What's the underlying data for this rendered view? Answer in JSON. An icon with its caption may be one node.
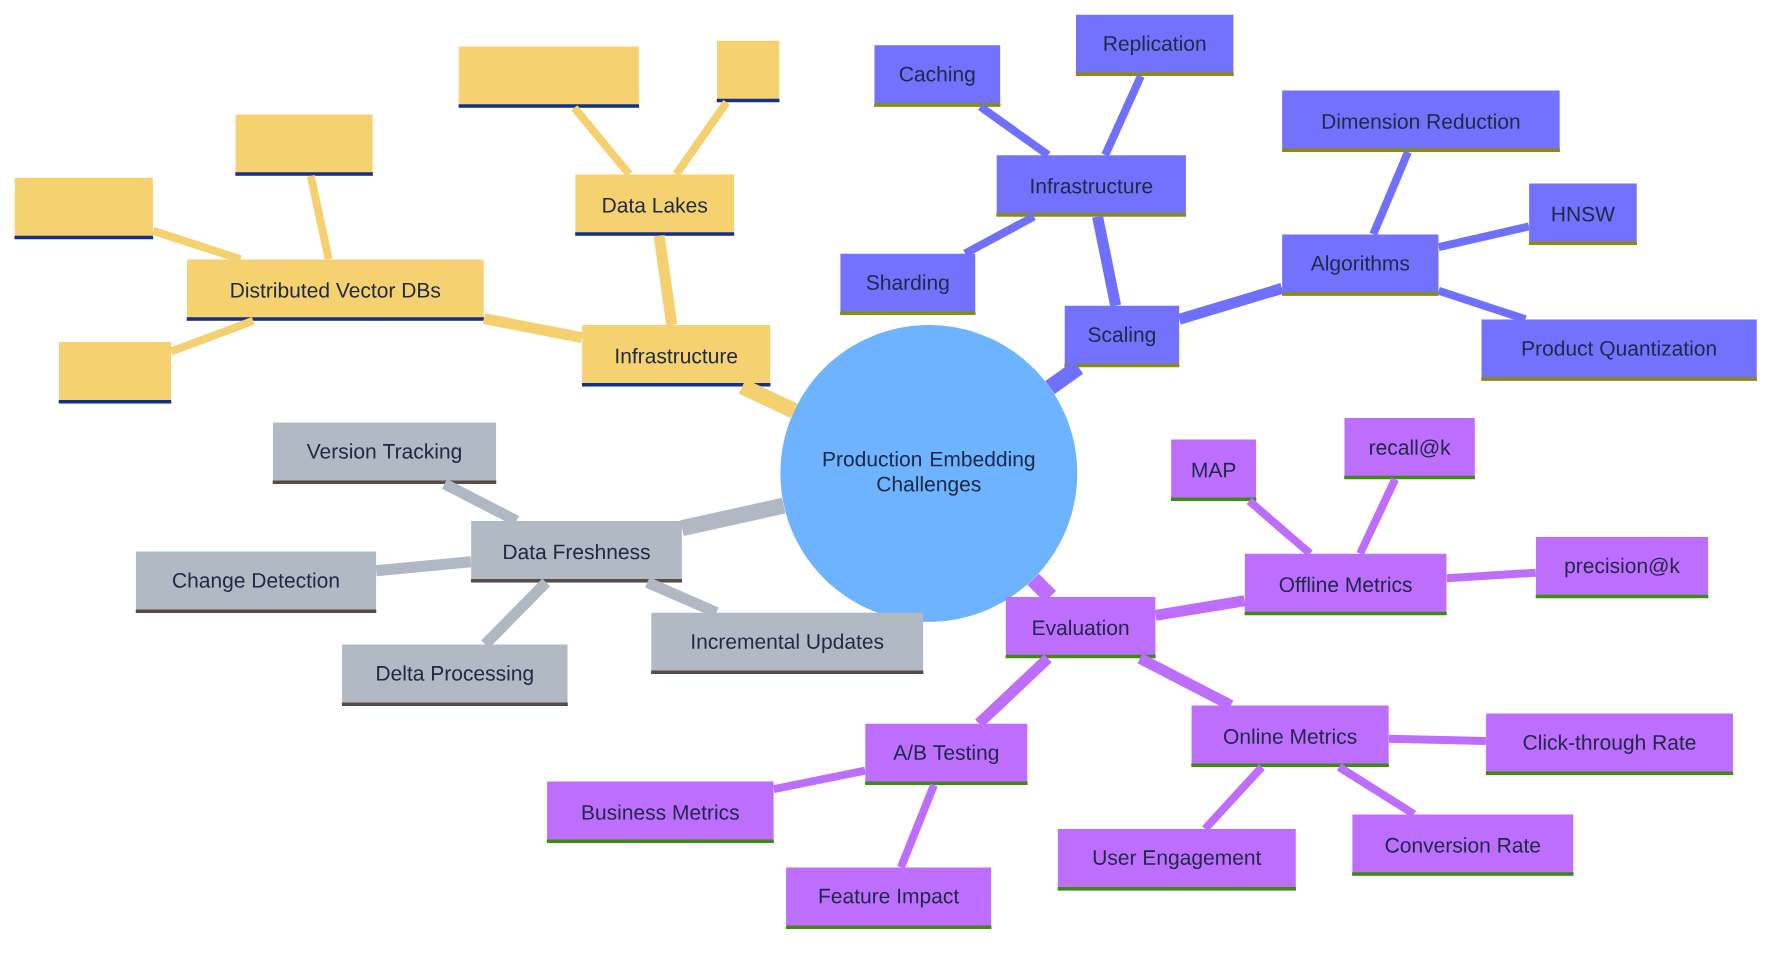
{
  "diagram": {
    "nodes": [
      {
        "text": [
          "Production Embedding Challenges"
        ]
      },
      {
        "text": [
          "Infrastructure"
        ]
      },
      {
        "text": [
          "Distributed Vector DBs"
        ]
      },
      {
        "text": [],
        "shape": "box"
      },
      {
        "text": [],
        "shape": "box"
      },
      {
        "text": [],
        "shape": "box"
      },
      {
        "text": [
          "Data Lakes"
        ]
      },
      {
        "text": [],
        "shape": "box"
      },
      {
        "text": [],
        "shape": "box"
      },
      {
        "text": [
          "Scaling"
        ]
      },
      {
        "text": [
          "Infrastructure"
        ]
      },
      {
        "text": [
          "Caching"
        ]
      },
      {
        "text": [
          "Replication"
        ]
      },
      {
        "text": [
          "Sharding"
        ]
      },
      {
        "text": [
          "Algorithms"
        ]
      },
      {
        "text": [
          "Dimension Reduction"
        ]
      },
      {
        "text": [
          "HNSW"
        ]
      },
      {
        "text": [
          "Product Quantization"
        ]
      },
      {
        "text": [
          "Data Freshness"
        ]
      },
      {
        "text": [
          "Version Tracking"
        ]
      },
      {
        "text": [
          "Change Detection"
        ]
      },
      {
        "text": [
          "Delta Processing"
        ]
      },
      {
        "text": [
          "Incremental Updates"
        ]
      },
      {
        "text": [
          "Evaluation"
        ]
      },
      {
        "text": [
          "Offline Metrics"
        ]
      },
      {
        "text": [
          "MAP"
        ]
      },
      {
        "text": [
          "recall@k"
        ]
      },
      {
        "text": [
          "precision@k"
        ]
      },
      {
        "text": [
          "Online Metrics"
        ]
      },
      {
        "text": [
          "Click-through Rate"
        ]
      },
      {
        "text": [
          "User Engagement"
        ]
      },
      {
        "text": [
          "Conversion Rate"
        ]
      },
      {
        "text": [
          "A/B Testing"
        ]
      },
      {
        "text": [
          "Business Metrics"
        ]
      },
      {
        "text": [
          "Feature Impact"
        ]
      }
    ],
    "edges": [
      {
        "from": 0,
        "to": 1,
        "arrow": "none",
        "style": "thick",
        "color": "#f5d06e"
      },
      {
        "from": 1,
        "to": 2,
        "arrow": "none",
        "color": "#f5d06e"
      },
      {
        "from": 2,
        "to": 3,
        "arrow": "none",
        "color": "#f5d06e"
      },
      {
        "from": 2,
        "to": 4,
        "arrow": "none",
        "color": "#f5d06e"
      },
      {
        "from": 2,
        "to": 5,
        "arrow": "none",
        "color": "#f5d06e"
      },
      {
        "from": 1,
        "to": 6,
        "arrow": "none",
        "color": "#f5d06e"
      },
      {
        "from": 6,
        "to": 7,
        "arrow": "none",
        "color": "#f5d06e"
      },
      {
        "from": 6,
        "to": 8,
        "arrow": "none",
        "color": "#f5d06e"
      },
      {
        "from": 0,
        "to": 9,
        "arrow": "none",
        "style": "thick",
        "color": "#7070ff"
      },
      {
        "from": 9,
        "to": 10,
        "arrow": "none",
        "color": "#7070ff"
      },
      {
        "from": 10,
        "to": 11,
        "arrow": "none",
        "color": "#7070ff"
      },
      {
        "from": 10,
        "to": 12,
        "arrow": "none",
        "color": "#7070ff"
      },
      {
        "from": 10,
        "to": 13,
        "arrow": "none",
        "color": "#7070ff"
      },
      {
        "from": 9,
        "to": 14,
        "arrow": "none",
        "color": "#7070ff"
      },
      {
        "from": 14,
        "to": 15,
        "arrow": "none",
        "color": "#7070ff"
      },
      {
        "from": 14,
        "to": 16,
        "arrow": "none",
        "color": "#7070ff"
      },
      {
        "from": 14,
        "to": 17,
        "arrow": "none",
        "color": "#7070ff"
      },
      {
        "from": 0,
        "to": 18,
        "arrow": "none",
        "style": "thick",
        "color": "#b0b8c4"
      },
      {
        "from": 18,
        "to": 19,
        "arrow": "none",
        "color": "#b0b8c4"
      },
      {
        "from": 18,
        "to": 20,
        "arrow": "none",
        "color": "#b0b8c4"
      },
      {
        "from": 18,
        "to": 21,
        "arrow": "none",
        "color": "#b0b8c4"
      },
      {
        "from": 18,
        "to": 22,
        "arrow": "none",
        "color": "#b0b8c4"
      },
      {
        "from": 0,
        "to": 23,
        "arrow": "none",
        "style": "thick"
      },
      {
        "from": 23,
        "to": 24,
        "arrow": "none"
      },
      {
        "from": 24,
        "to": 25,
        "arrow": "none"
      },
      {
        "from": 24,
        "to": 26,
        "arrow": "none"
      },
      {
        "from": 24,
        "to": 27,
        "arrow": "none"
      },
      {
        "from": 23,
        "to": 28,
        "arrow": "none"
      },
      {
        "from": 28,
        "to": 29,
        "arrow": "none"
      },
      {
        "from": 28,
        "to": 30,
        "arrow": "none"
      },
      {
        "from": 28,
        "to": 31,
        "arrow": "none"
      },
      {
        "from": 23,
        "to": 32,
        "arrow": "none"
      },
      {
        "from": 32,
        "to": 33,
        "arrow": "none"
      },
      {
        "from": 32,
        "to": 34,
        "arrow": "none"
      }
    ]
  }
}
